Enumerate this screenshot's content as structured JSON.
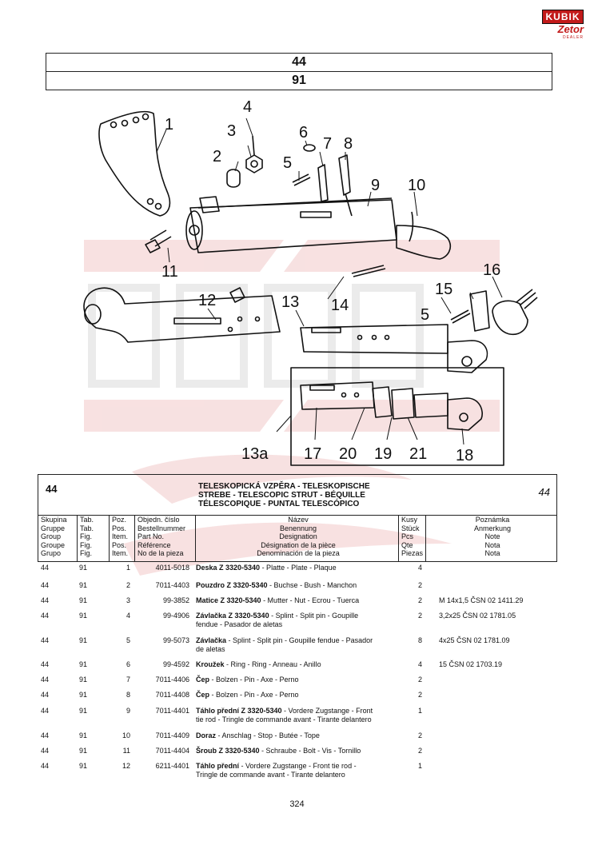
{
  "logo": {
    "brand": "KUBIK",
    "sub": "Zetor",
    "dealer": "DEALER"
  },
  "header": {
    "group": "44",
    "table": "91"
  },
  "diagram": {
    "callouts": [
      "1",
      "2",
      "3",
      "4",
      "5",
      "6",
      "7",
      "8",
      "9",
      "10",
      "11",
      "12",
      "13",
      "14",
      "15",
      "16",
      "5",
      "13a",
      "17",
      "20",
      "19",
      "21",
      "18"
    ]
  },
  "section": {
    "code": "44",
    "title_lines": [
      "TELESKOPICKÁ VZPĚRA - TELESKOPISCHE",
      "STREBE - TELESCOPIC STRUT - BÉQUILLE",
      "TÉLESCOPIQUE - PUNTAL TELESCÓPICO"
    ],
    "number": "44",
    "columns": [
      [
        "Skupina",
        "Gruppe",
        "Group",
        "Groupe",
        "Grupo"
      ],
      [
        "Tab.",
        "Tab.",
        "Fig.",
        "Fig.",
        "Fig."
      ],
      [
        "Poz.",
        "Pos.",
        "Item.",
        "Pos.",
        "Item."
      ],
      [
        "Objedn. číslo",
        "Bestellnummer",
        "Part No.",
        "Référence",
        "No de la pieza"
      ],
      [
        "Název",
        "Benennung",
        "Designation",
        "Désignation de la pièce",
        "Denominación de la pieza"
      ],
      [
        "Kusy",
        "Stück",
        "Pcs",
        "Qte",
        "Piezas"
      ],
      [
        "Poznámka",
        "Anmerkung",
        "Note",
        "Nota",
        "Nota"
      ]
    ]
  },
  "rows": [
    {
      "group": "44",
      "tab": "91",
      "pos": "1",
      "part": "4011-5018",
      "name_bold": "Deska Z 3320-5340",
      "name_rest": " - Platte - Plate - Plaque",
      "name2": "",
      "qty": "4",
      "note": ""
    },
    {
      "group": "44",
      "tab": "91",
      "pos": "2",
      "part": "7011-4403",
      "name_bold": "Pouzdro Z 3320-5340",
      "name_rest": " - Buchse - Bush - Manchon",
      "name2": "",
      "qty": "2",
      "note": ""
    },
    {
      "group": "44",
      "tab": "91",
      "pos": "3",
      "part": "99-3852",
      "name_bold": "Matice Z 3320-5340",
      "name_rest": " - Mutter - Nut - Ecrou - Tuerca",
      "name2": "",
      "qty": "2",
      "note": "M 14x1,5 ČSN 02 1411.29"
    },
    {
      "group": "44",
      "tab": "91",
      "pos": "4",
      "part": "99-4906",
      "name_bold": "Závlačka Z 3320-5340",
      "name_rest": " - Splint - Split pin - Goupille",
      "name2": "fendue - Pasador de aletas",
      "qty": "2",
      "note": "3,2x25 ČSN 02 1781.05"
    },
    {
      "group": "44",
      "tab": "91",
      "pos": "5",
      "part": "99-5073",
      "name_bold": "Závlačka",
      "name_rest": " - Splint - Split pin - Goupille fendue - Pasador",
      "name2": "de aletas",
      "qty": "8",
      "note": "4x25 ČSN 02 1781.09"
    },
    {
      "group": "44",
      "tab": "91",
      "pos": "6",
      "part": "99-4592",
      "name_bold": "Kroužek",
      "name_rest": " - Ring - Ring - Anneau - Anillo",
      "name2": "",
      "qty": "4",
      "note": "15 ČSN 02 1703.19"
    },
    {
      "group": "44",
      "tab": "91",
      "pos": "7",
      "part": "7011-4406",
      "name_bold": "Čep",
      "name_rest": " - Bolzen - Pin - Axe - Perno",
      "name2": "",
      "qty": "2",
      "note": ""
    },
    {
      "group": "44",
      "tab": "91",
      "pos": "8",
      "part": "7011-4408",
      "name_bold": "Čep",
      "name_rest": " - Bolzen - Pin - Axe - Perno",
      "name2": "",
      "qty": "2",
      "note": ""
    },
    {
      "group": "44",
      "tab": "91",
      "pos": "9",
      "part": "7011-4401",
      "name_bold": "Táhlo přední Z 3320-5340",
      "name_rest": " - Vordere Zugstange - Front",
      "name2": "tie rod - Tringle de commande avant - Tirante delantero",
      "qty": "1",
      "note": ""
    },
    {
      "group": "44",
      "tab": "91",
      "pos": "10",
      "part": "7011-4409",
      "name_bold": "Doraz",
      "name_rest": " - Anschlag - Stop - Butée - Tope",
      "name2": "",
      "qty": "2",
      "note": ""
    },
    {
      "group": "44",
      "tab": "91",
      "pos": "11",
      "part": "7011-4404",
      "name_bold": "Šroub Z 3320-5340",
      "name_rest": " - Schraube - Bolt - Vis - Tornillo",
      "name2": "",
      "qty": "2",
      "note": ""
    },
    {
      "group": "44",
      "tab": "91",
      "pos": "12",
      "part": "6211-4401",
      "name_bold": "Táhlo přední",
      "name_rest": " - Vordere Zugstange - Front tie rod -",
      "name2": "Tringle de commande avant - Tirante delantero",
      "qty": "1",
      "note": ""
    }
  ],
  "page_number": "324"
}
